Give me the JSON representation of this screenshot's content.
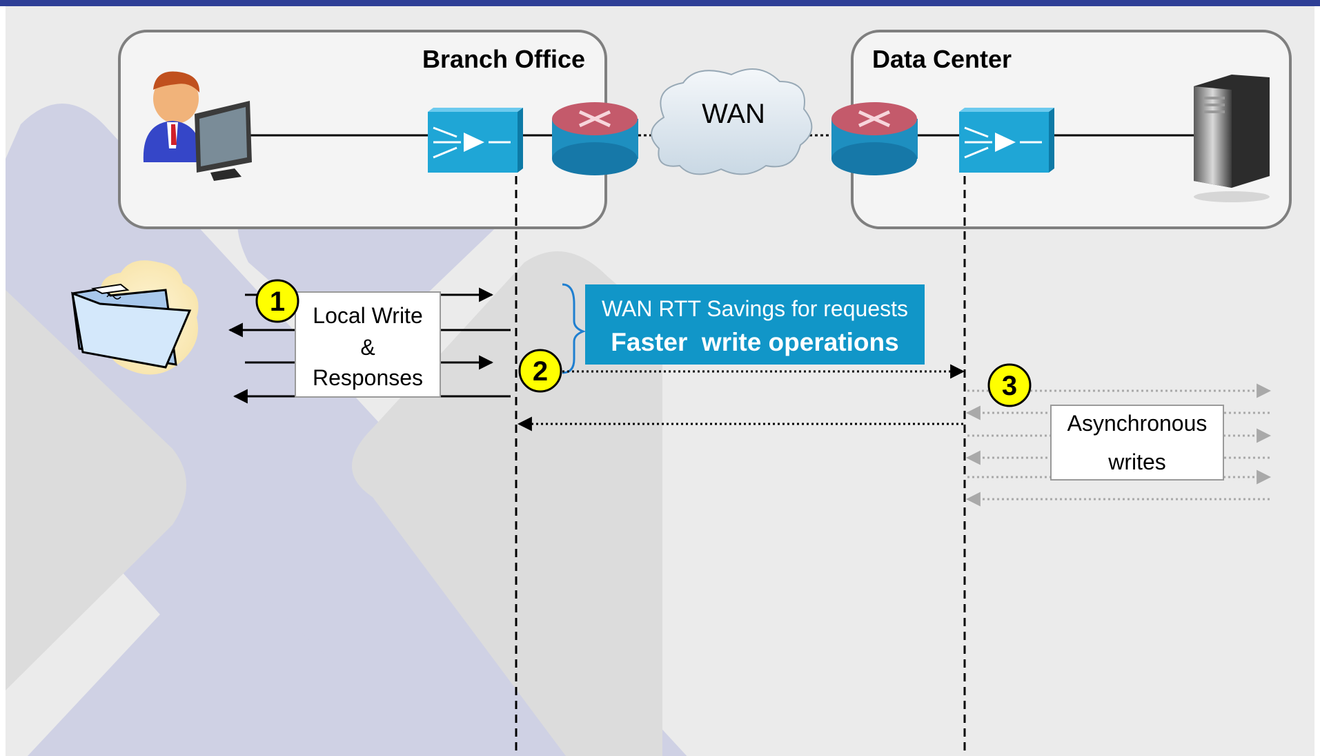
{
  "diagram": {
    "branch_office": {
      "title": "Branch Office"
    },
    "data_center": {
      "title": "Data Center"
    },
    "wan": {
      "label": "WAN"
    },
    "local_write_box": {
      "line1": "Local Write",
      "line2": "&",
      "line3": "Responses"
    },
    "savings_box": {
      "line1": "WAN RTT Savings for requests",
      "line2": "Faster  write operations",
      "fill": "#1196c8"
    },
    "async_box": {
      "line1": "Asynchronous",
      "line2": "writes"
    },
    "steps": [
      {
        "number": "1"
      },
      {
        "number": "2"
      },
      {
        "number": "3"
      }
    ],
    "colors": {
      "top_bar": "#2e3f96",
      "background": "#ebebeb",
      "watermark": "#cfd1e4",
      "watermark_gray": "#dcdcdc",
      "step_badge": "#ffff00",
      "router": "#c45a6b",
      "accelerator": "#1fa6d6"
    }
  }
}
